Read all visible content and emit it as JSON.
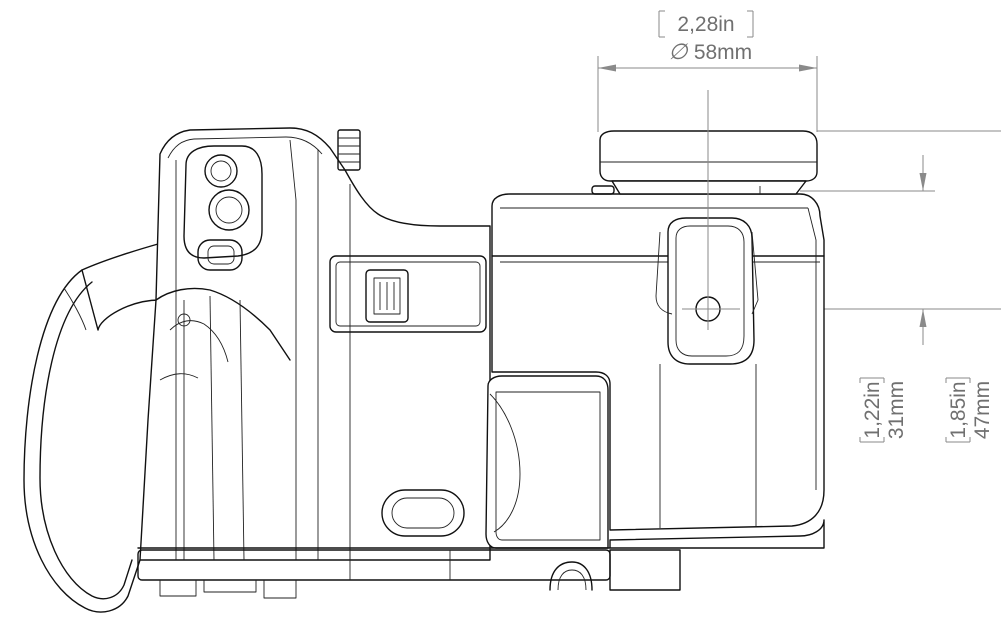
{
  "dimensions": {
    "lens_diameter": {
      "inches": "2,28in",
      "mm": "58mm",
      "symbol": "∅"
    },
    "height_to_center": {
      "inches": "1,22in",
      "mm": "31mm"
    },
    "height_to_top": {
      "inches": "1,85in",
      "mm": "47mm"
    }
  },
  "colors": {
    "dimension": "#8a8a8a",
    "outline": "#111111",
    "background": "#ffffff"
  }
}
